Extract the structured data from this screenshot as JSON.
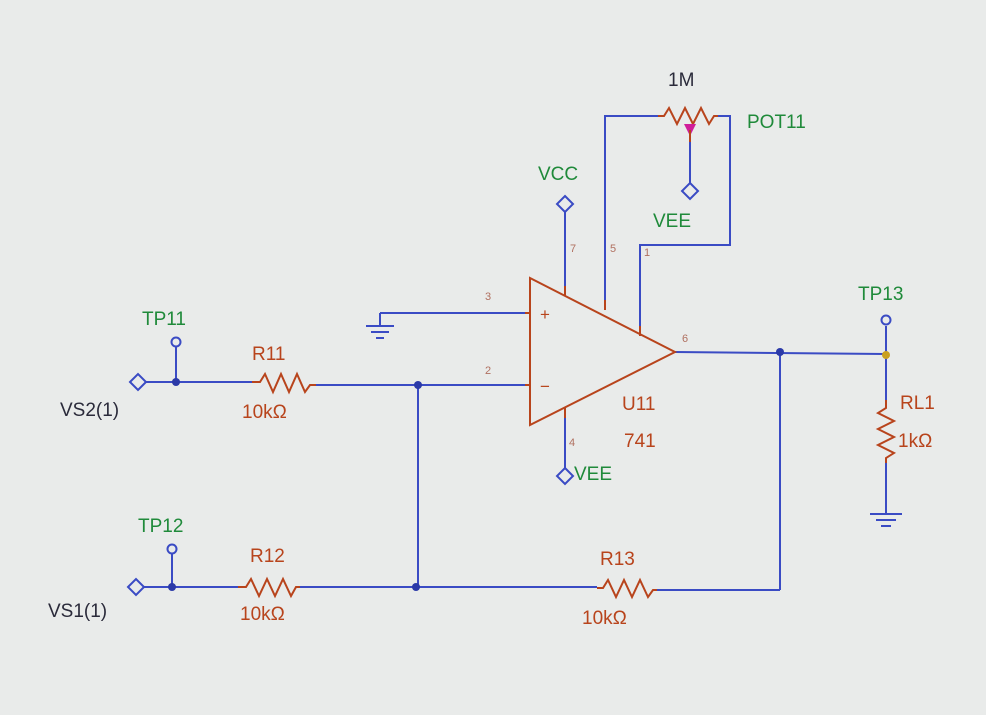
{
  "colors": {
    "background": "#e9ebea",
    "wire": "#3a4bc4",
    "component": "#b8441c",
    "net_label": "#1f8a3a",
    "text_dark": "#2a2a3a",
    "pin_number": "#b07060",
    "junction": "#2b3aa8",
    "wiper": "#d01e9a"
  },
  "labels": {
    "vcc": "VCC",
    "vee_pot": "VEE",
    "vee_bottom": "VEE",
    "pot_value": "1M",
    "pot_name": "POT11",
    "tp11": "TP11",
    "tp12": "TP12",
    "tp13": "TP13",
    "vs2": "VS2(1)",
    "vs1": "VS1(1)",
    "r11_name": "R11",
    "r11_value": "10kΩ",
    "r12_name": "R12",
    "r12_value": "10kΩ",
    "r13_name": "R13",
    "r13_value": "10kΩ",
    "rl1_name": "RL1",
    "rl1_value": "1kΩ",
    "u11_name": "U11",
    "u11_model": "741",
    "plus": "+",
    "minus": "−"
  },
  "pins": {
    "p3": "3",
    "p2": "2",
    "p7": "7",
    "p5": "5",
    "p1": "1",
    "p6": "6",
    "p4": "4"
  }
}
